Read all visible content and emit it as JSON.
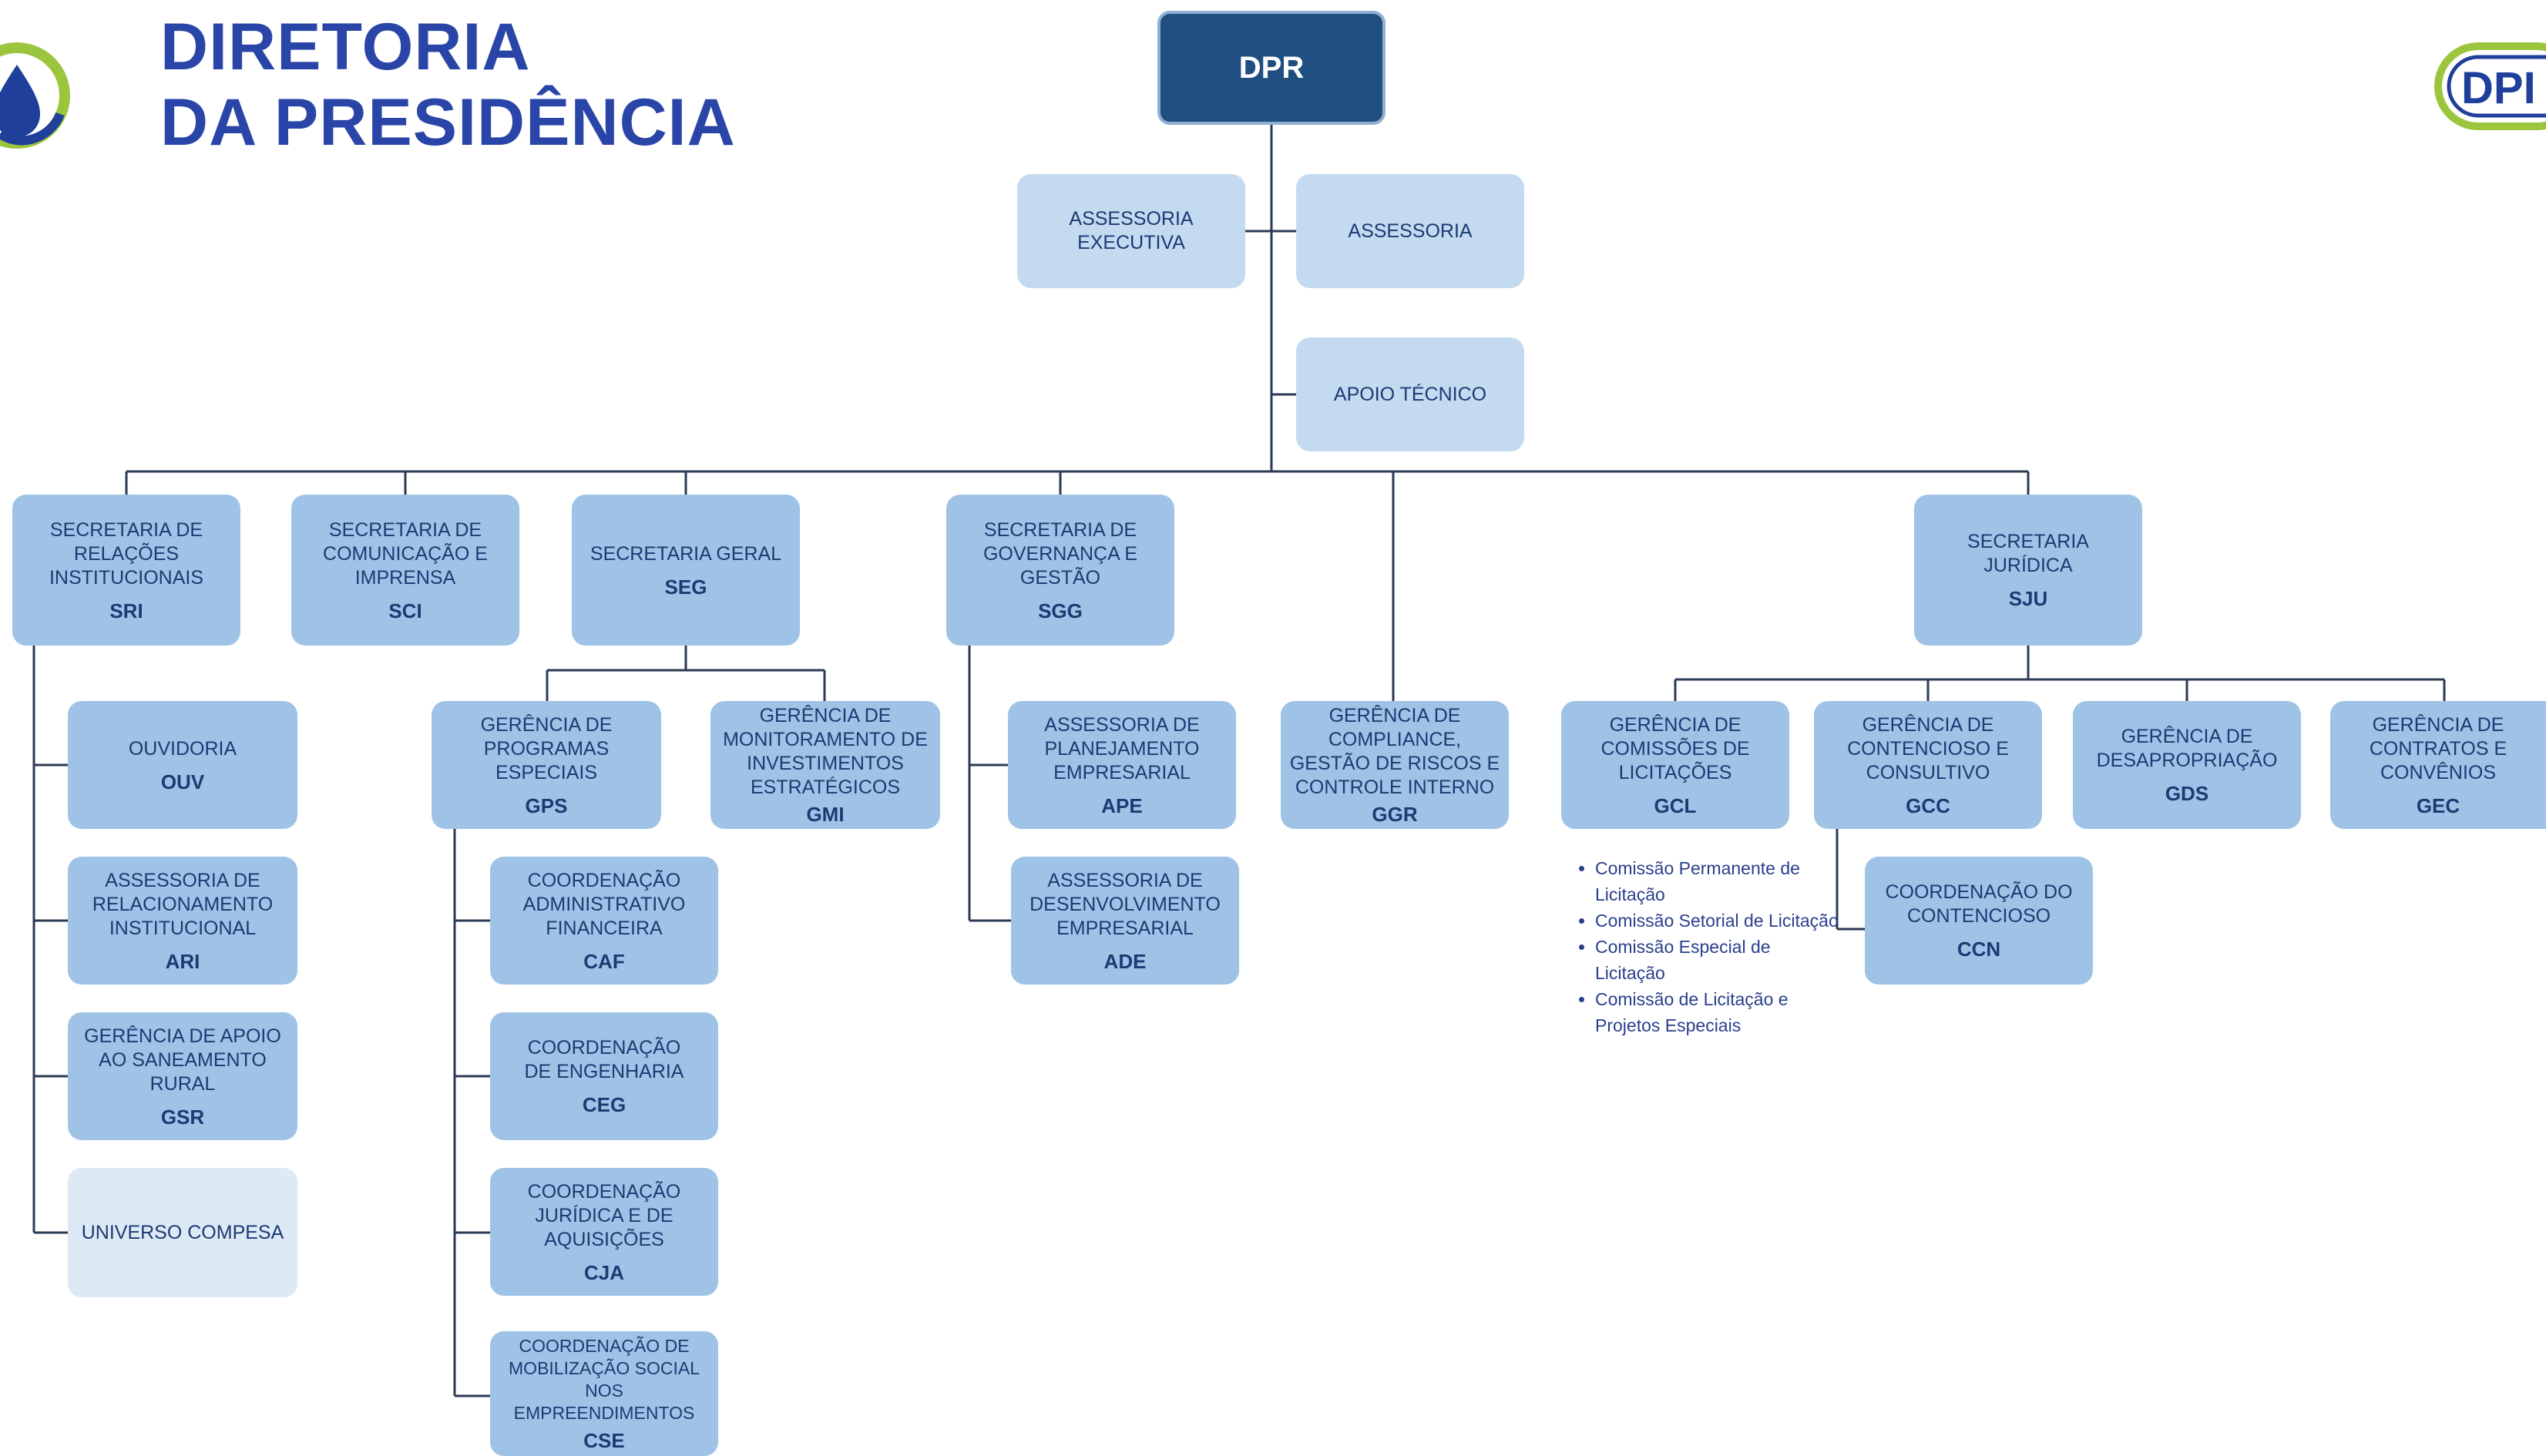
{
  "header": {
    "title_line1": "DIRETORIA",
    "title_line2": "DA PRESIDÊNCIA",
    "logo_right_text": "DPI"
  },
  "colors": {
    "title": "#2a45a8",
    "box_fill": "#9fc3e6",
    "box_fill_light": "#c3daf0",
    "box_fill_pale": "#dde9f5",
    "top_fill": "#1f4e80",
    "connector": "#2b3a55",
    "box_text": "#1c3a73"
  },
  "nodes": {
    "dpr": {
      "name": "DPR"
    },
    "assessoria_executiva": {
      "name": "ASSESSORIA EXECUTIVA"
    },
    "assessoria": {
      "name": "ASSESSORIA"
    },
    "apoio_tecnico": {
      "name": "APOIO TÉCNICO"
    },
    "sri": {
      "name": "SECRETARIA DE RELAÇÕES INSTITUCIONAIS",
      "code": "SRI"
    },
    "sci": {
      "name": "SECRETARIA DE COMUNICAÇÃO E IMPRENSA",
      "code": "SCI"
    },
    "seg": {
      "name": "SECRETARIA GERAL",
      "code": "SEG"
    },
    "sgg": {
      "name": "SECRETARIA DE GOVERNANÇA E GESTÃO",
      "code": "SGG"
    },
    "sju": {
      "name": "SECRETARIA JURÍDICA",
      "code": "SJU"
    },
    "ouv": {
      "name": "OUVIDORIA",
      "code": "OUV"
    },
    "ari": {
      "name": "ASSESSORIA DE RELACIONAMENTO INSTITUCIONAL",
      "code": "ARI"
    },
    "gsr": {
      "name": "GERÊNCIA DE APOIO AO SANEAMENTO RURAL",
      "code": "GSR"
    },
    "universo": {
      "name": "UNIVERSO COMPESA"
    },
    "gps": {
      "name": "GERÊNCIA DE PROGRAMAS ESPECIAIS",
      "code": "GPS"
    },
    "gmi": {
      "name": "GERÊNCIA DE MONITORAMENTO DE INVESTIMENTOS ESTRATÉGICOS",
      "code": "GMI"
    },
    "caf": {
      "name": "COORDENAÇÃO ADMINISTRATIVO FINANCEIRA",
      "code": "CAF"
    },
    "ceg": {
      "name": "COORDENAÇÃO DE ENGENHARIA",
      "code": "CEG"
    },
    "cja": {
      "name": "COORDENAÇÃO JURÍDICA E DE AQUISIÇÕES",
      "code": "CJA"
    },
    "cse": {
      "name": "COORDENAÇÃO DE MOBILIZAÇÃO SOCIAL NOS EMPREENDIMENTOS",
      "code": "CSE"
    },
    "ape": {
      "name": "ASSESSORIA DE PLANEJAMENTO EMPRESARIAL",
      "code": "APE"
    },
    "ade": {
      "name": "ASSESSORIA DE DESENVOLVIMENTO EMPRESARIAL",
      "code": "ADE"
    },
    "ggr": {
      "name": "GERÊNCIA DE COMPLIANCE, GESTÃO DE RISCOS E CONTROLE INTERNO",
      "code": "GGR"
    },
    "gcl": {
      "name": "GERÊNCIA DE COMISSÕES DE LICITAÇÕES",
      "code": "GCL"
    },
    "gcc": {
      "name": "GERÊNCIA DE CONTENCIOSO E CONSULTIVO",
      "code": "GCC"
    },
    "gds": {
      "name": "GERÊNCIA DE DESAPROPRIAÇÃO",
      "code": "GDS"
    },
    "gec": {
      "name": "GERÊNCIA DE CONTRATOS E CONVÊNIOS",
      "code": "GEC"
    },
    "ccn": {
      "name": "COORDENAÇÃO DO CONTENCIOSO",
      "code": "CCN"
    }
  },
  "gcl_commissions": [
    "Comissão Permanente de Licitação",
    "Comissão Setorial de Licitação",
    "Comissão Especial de Licitação",
    "Comissão de Licitação e Projetos Especiais"
  ]
}
